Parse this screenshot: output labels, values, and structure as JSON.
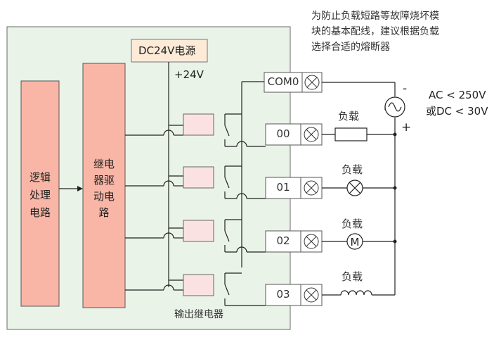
{
  "note": "为防止负载短路等故障烧坏模\n块的基本配线，建议根据负载\n选择合适的熔断器",
  "power_label": "DC24V电源",
  "plus24_label": "+24V",
  "logic_block": "逻辑\n处理\n电路",
  "driver_block": "继电\n器驱\n动电\n路",
  "output_relay_label": "输出继电器",
  "terminals": [
    "COM0",
    "00",
    "01",
    "02",
    "03"
  ],
  "load_label": "负载",
  "source": {
    "minus": "-",
    "plus": "+",
    "ac_spec": "AC < 250V",
    "dc_spec": "或DC < 30V"
  },
  "load_symbols": [
    "resistor-icon",
    "lamp-icon",
    "motor-icon",
    "inductor-icon"
  ],
  "colors": {
    "module_fill": "#eaf3e8",
    "block_fill": "#f9b6a6",
    "power_fill": "#fdebd8",
    "relay_coil_fill": "#fbe2e2",
    "line": "#222222"
  }
}
